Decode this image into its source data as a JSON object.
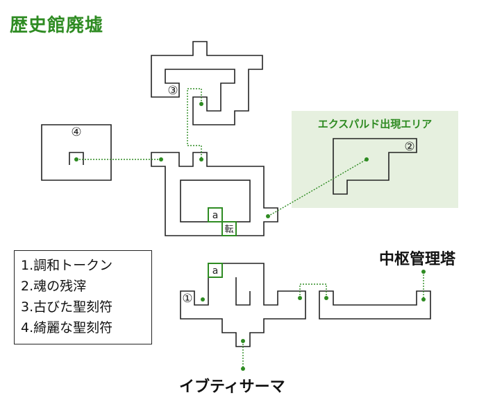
{
  "title": "歴史館廃墟",
  "colors": {
    "accent": "#2e8b22",
    "region_fill": "#e6f0df",
    "wall": "#222222",
    "marker": "#2e8b22"
  },
  "region": {
    "label": "エクスパルド出現エリア"
  },
  "area_labels": {
    "hub": "中枢管理塔",
    "ibutysama": "イブティサーマ"
  },
  "room_markers": {
    "m1": "①",
    "m2": "②",
    "m3": "③",
    "m4": "④"
  },
  "badges": {
    "a_upper": "a",
    "a_lower": "a",
    "transfer": "転"
  },
  "legend": {
    "items": [
      "1.調和トークン",
      "2.魂の残滓",
      "3.古びた聖刻符",
      "4.綺麗な聖刻符"
    ]
  }
}
